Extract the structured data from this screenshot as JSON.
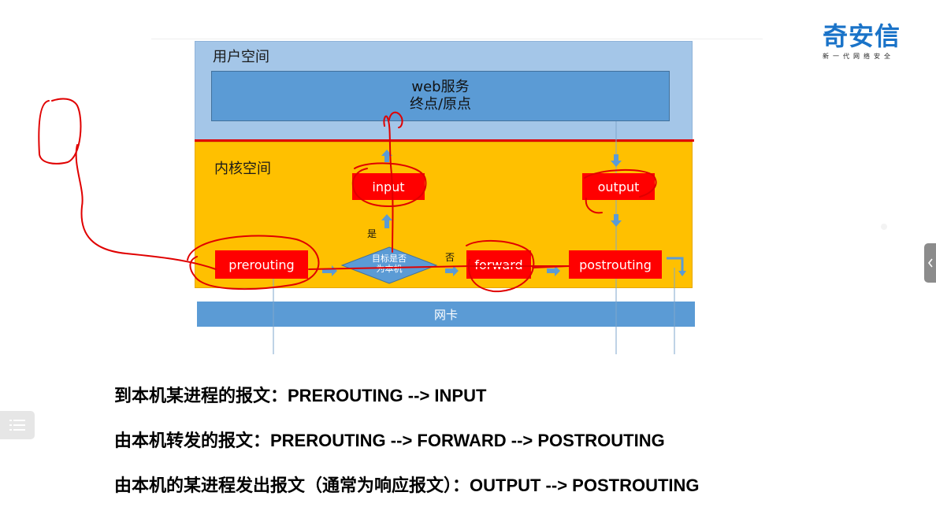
{
  "diagram": {
    "user_space_label": "用户空间",
    "web_service_line1": "web服务",
    "web_service_line2": "终点/原点",
    "kernel_space_label": "内核空间",
    "input": "input",
    "output": "output",
    "prerouting": "prerouting",
    "decision_line1": "目标是否",
    "decision_line2": "为本机",
    "yes": "是",
    "no": "否",
    "forward": "forward",
    "postrouting": "postrouting",
    "nic": "网卡"
  },
  "logo": {
    "main": "奇安信",
    "sub": "新一代网络安全"
  },
  "lines": [
    "到本机某进程的报文：PREROUTING --> INPUT",
    "由本机转发的报文：PREROUTING --> FORWARD --> POSTROUTING",
    "由本机的某进程发出报文（通常为响应报文）：OUTPUT --> POSTROUTING"
  ],
  "colors": {
    "user_space": "#a4c6e8",
    "kernel_space": "#ffc000",
    "web_box": "#5b9bd5",
    "chain_box": "#ff0000",
    "annotation": "#e00000",
    "logo": "#1a73c8"
  },
  "icons": {
    "side_button": "list-icon",
    "right_tab": "chevron-left-icon"
  }
}
